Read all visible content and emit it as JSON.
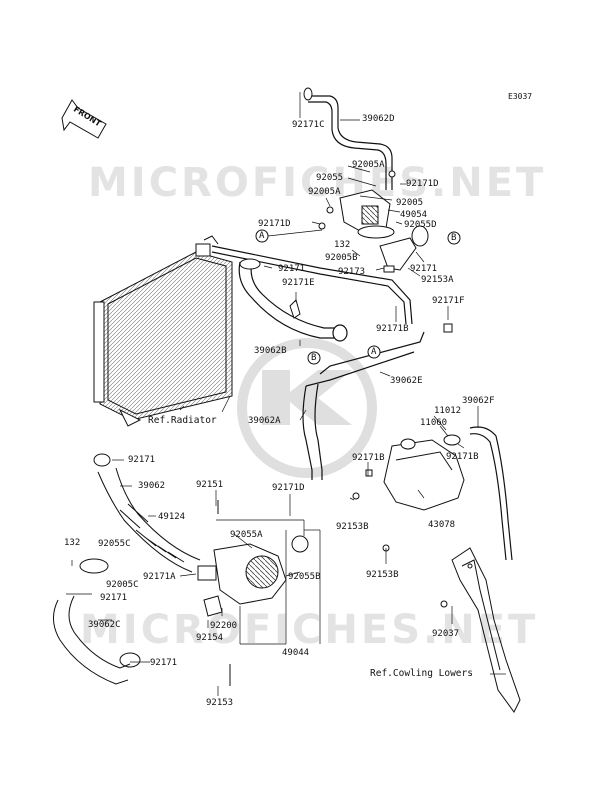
{
  "diagram_code": "E3037",
  "front_label": "FRONT",
  "watermark": "MICROFICHES.NET",
  "brand": "Kawasaki",
  "ref_labels": {
    "radiator": "Ref.Radiator",
    "cowling": "Ref.Cowling Lowers"
  },
  "connectors": {
    "a": "A",
    "b": "B"
  },
  "part_labels": {
    "p92171C": "92171C",
    "p39062D": "39062D",
    "p92005A_1": "92005A",
    "p92055": "92055",
    "p92171D_1": "92171D",
    "p92005A_2": "92005A",
    "p92005": "92005",
    "p92171D_2": "92171D",
    "p49054": "49054",
    "p92055D": "92055D",
    "p132_1": "132",
    "p92005B": "92005B",
    "p92173": "92173",
    "p92171_1": "92171",
    "p92153A": "92153A",
    "p92171_2": "92171",
    "p92171E": "92171E",
    "p92171F": "92171F",
    "p92171B_1": "92171B",
    "p39062B": "39062B",
    "p39062E": "39062E",
    "p39062A": "39062A",
    "p39062F": "39062F",
    "p11012": "11012",
    "p11060": "11060",
    "p92171B_2": "92171B",
    "p92171_3": "92171",
    "p39062": "39062",
    "p92171B_3": "92171B",
    "p92151": "92151",
    "p92171D_3": "92171D",
    "p92153B_1": "92153B",
    "p43078": "43078",
    "p49124": "49124",
    "p132_2": "132",
    "p92055C": "92055C",
    "p92055A": "92055A",
    "p92171A": "92171A",
    "p92055B": "92055B",
    "p92153B_2": "92153B",
    "p92005C": "92005C",
    "p92171_4": "92171",
    "p39062C": "39062C",
    "p92200": "92200",
    "p92154": "92154",
    "p92037": "92037",
    "p49044": "49044",
    "p92171_5": "92171",
    "p92153": "92153"
  },
  "colors": {
    "ink": "#111111",
    "watermark": "#e3e3e3",
    "logo": "#dcdcdc",
    "paper": "#ffffff"
  }
}
